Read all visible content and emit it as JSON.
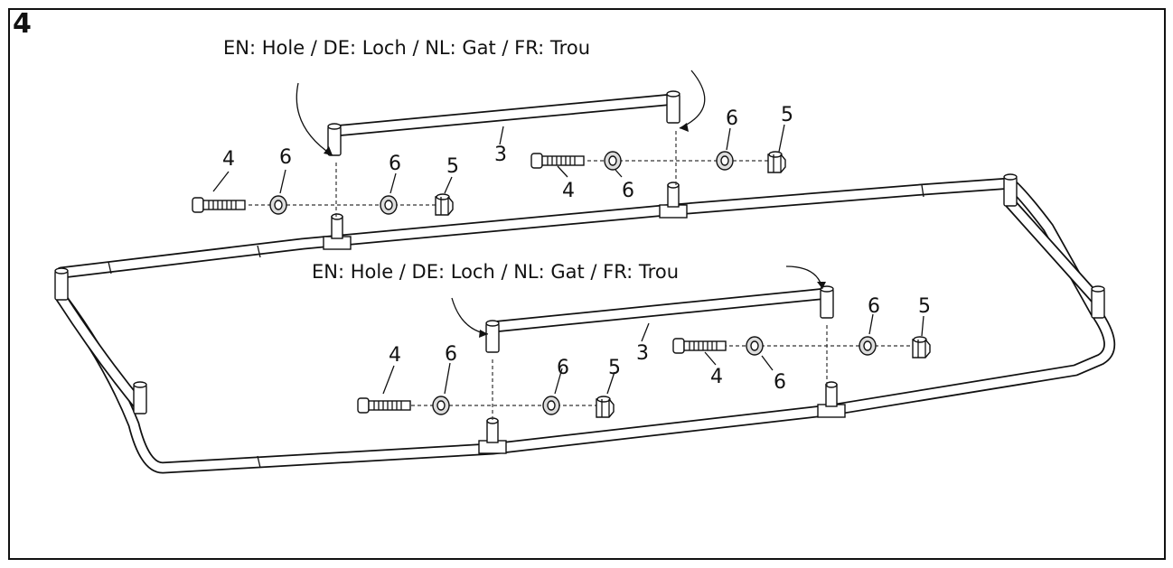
{
  "step_number": "4",
  "captions": {
    "hole_top": "EN: Hole / DE: Loch / NL: Gat / FR: Trou",
    "hole_bottom": "EN: Hole / DE: Loch / NL: Gat / FR: Trou"
  },
  "part_labels": {
    "bolt": "4",
    "nut": "5",
    "washer": "6",
    "bar": "3"
  }
}
